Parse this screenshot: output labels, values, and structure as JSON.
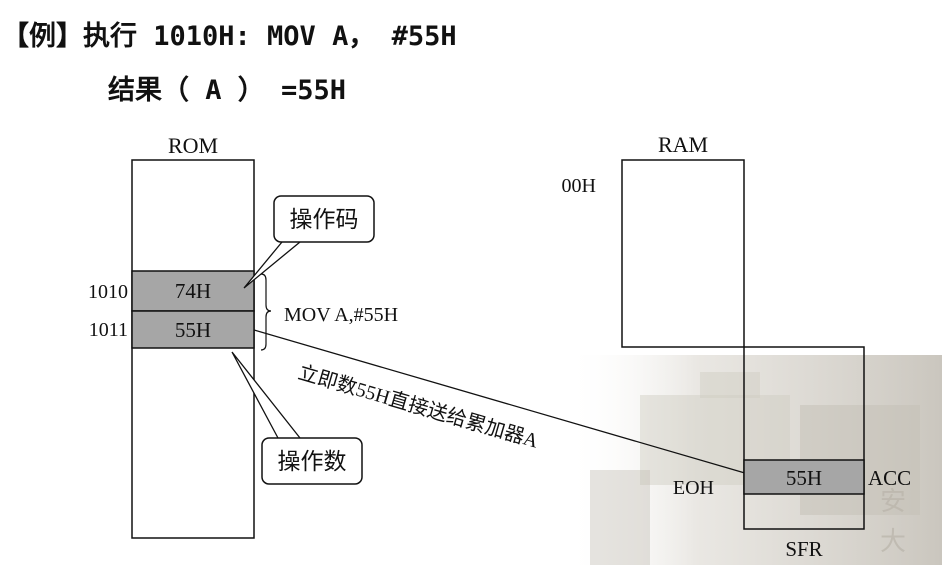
{
  "heading": {
    "line1": "【例】执行 1010H: MOV A， #55H",
    "line2": "结果（ A ） =55H"
  },
  "rom": {
    "title": "ROM",
    "addresses": [
      "1010",
      "1011"
    ],
    "cells": [
      "74H",
      "55H"
    ],
    "instruction": "MOV A,#55H"
  },
  "callouts": {
    "opcode": "操作码",
    "operand": "操作数"
  },
  "transfer_label": "立即数55H直接送给累加器A",
  "ram": {
    "title": "RAM",
    "start_address": "00H",
    "sfr_address": "EOH",
    "acc_value": "55H",
    "acc_name": "ACC",
    "sfr_label": "SFR"
  },
  "colors": {
    "cell_fill": "#a6a6a6",
    "line": "#111111",
    "watermark": "#c9c5bc"
  }
}
